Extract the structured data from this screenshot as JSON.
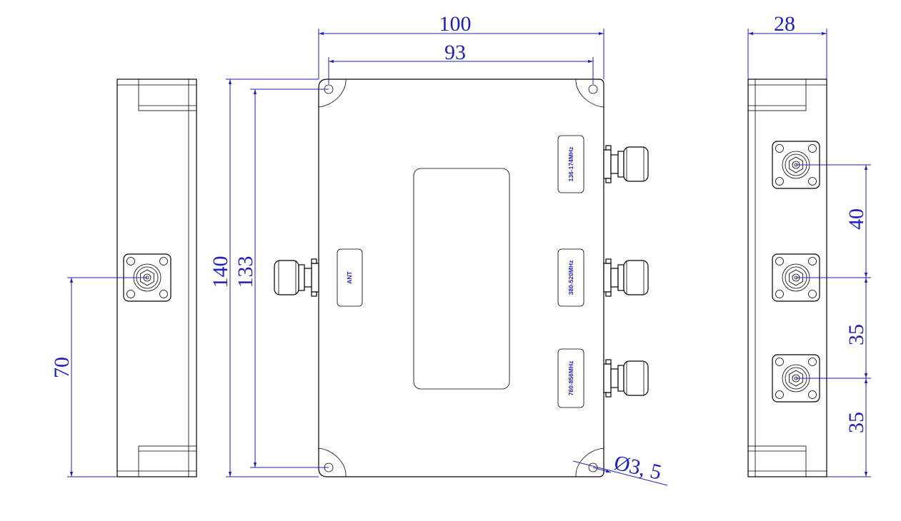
{
  "dimensions": {
    "top_width": "100",
    "top_hole_spacing": "93",
    "side_height": "140",
    "side_hole_spacing": "133",
    "left_view_connector_height": "70",
    "right_view_width": "28",
    "right_view_spacing_top": "40",
    "right_view_spacing_mid": "35",
    "right_view_spacing_bottom": "35",
    "hole_diameter": "Ø3, 5"
  },
  "port_labels": {
    "ant": "ANT",
    "band1": "136-174MHz",
    "band2": "380-520MHz",
    "band3": "760-856MHz"
  },
  "colors": {
    "dimension": "#1f1fbf",
    "outline": "#000000"
  }
}
